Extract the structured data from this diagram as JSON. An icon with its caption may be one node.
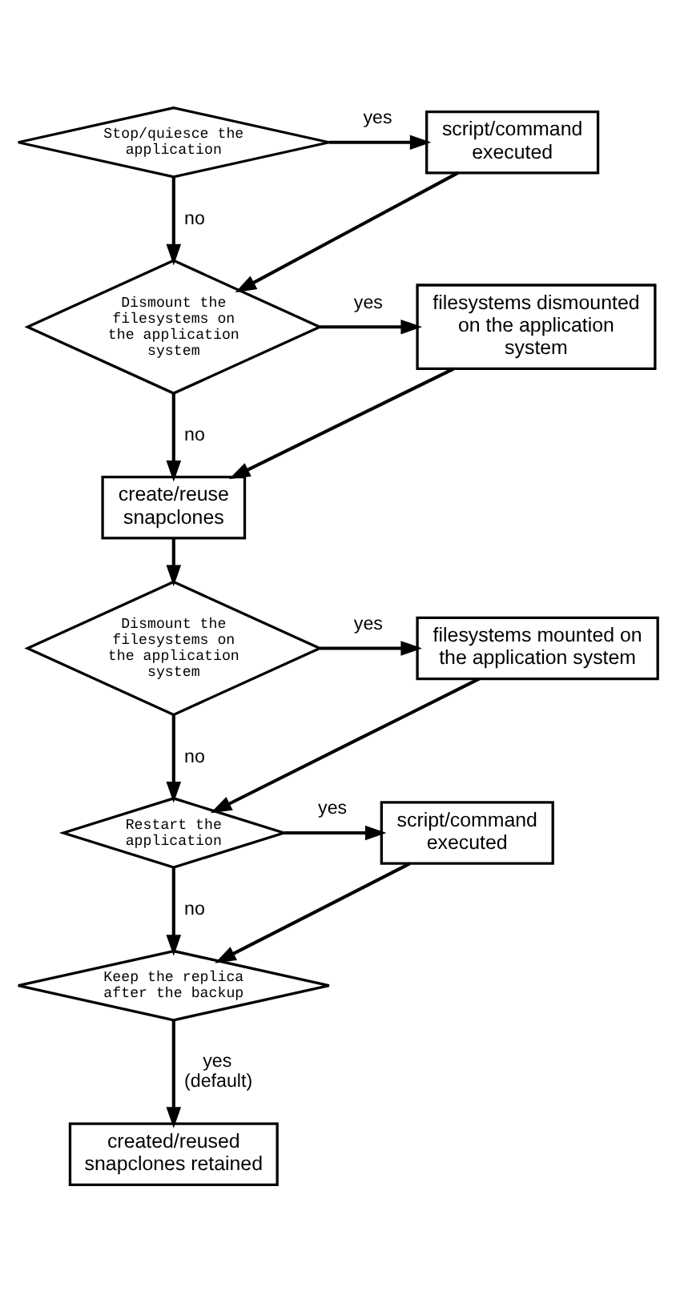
{
  "diagram": {
    "nodes": [
      {
        "text": [
          "Stop/quiesce the application"
        ]
      },
      {
        "text": [
          "script/command executed"
        ]
      },
      {
        "text": [
          "Dismount the filesystems on the application system"
        ]
      },
      {
        "text": [
          "filesystems dismounted on the application system"
        ]
      },
      {
        "text": [
          "create/reuse snapclones"
        ]
      },
      {
        "text": [
          "Dismount the filesystems on the application system"
        ]
      },
      {
        "text": [
          "filesystems mounted on the application system"
        ]
      },
      {
        "text": [
          "Restart the application"
        ]
      },
      {
        "text": [
          "script/command executed"
        ]
      },
      {
        "text": [
          "Keep the replica after the backup"
        ]
      },
      {
        "text": [
          "created/reused snapclones retained"
        ]
      }
    ],
    "edges": [
      {
        "from": 0,
        "to": 1,
        "arrow": "to",
        "label": "yes"
      },
      {
        "from": 0,
        "to": 2,
        "arrow": "to",
        "label": "no"
      },
      {
        "from": 1,
        "to": 2,
        "arrow": "to"
      },
      {
        "from": 2,
        "to": 3,
        "arrow": "to",
        "label": "yes"
      },
      {
        "from": 2,
        "to": 4,
        "arrow": "to",
        "label": "no"
      },
      {
        "from": 3,
        "to": 4,
        "arrow": "to"
      },
      {
        "from": 4,
        "to": 5,
        "arrow": "to"
      },
      {
        "from": 5,
        "to": 6,
        "arrow": "to",
        "label": "yes"
      },
      {
        "from": 5,
        "to": 7,
        "arrow": "to",
        "label": "no"
      },
      {
        "from": 6,
        "to": 7,
        "arrow": "to"
      },
      {
        "from": 7,
        "to": 8,
        "arrow": "to",
        "label": "yes"
      },
      {
        "from": 7,
        "to": 9,
        "arrow": "to",
        "label": "no"
      },
      {
        "from": 8,
        "to": 9,
        "arrow": "to"
      },
      {
        "from": 9,
        "to": 10,
        "arrow": "to",
        "label": "yes (default)"
      }
    ]
  }
}
